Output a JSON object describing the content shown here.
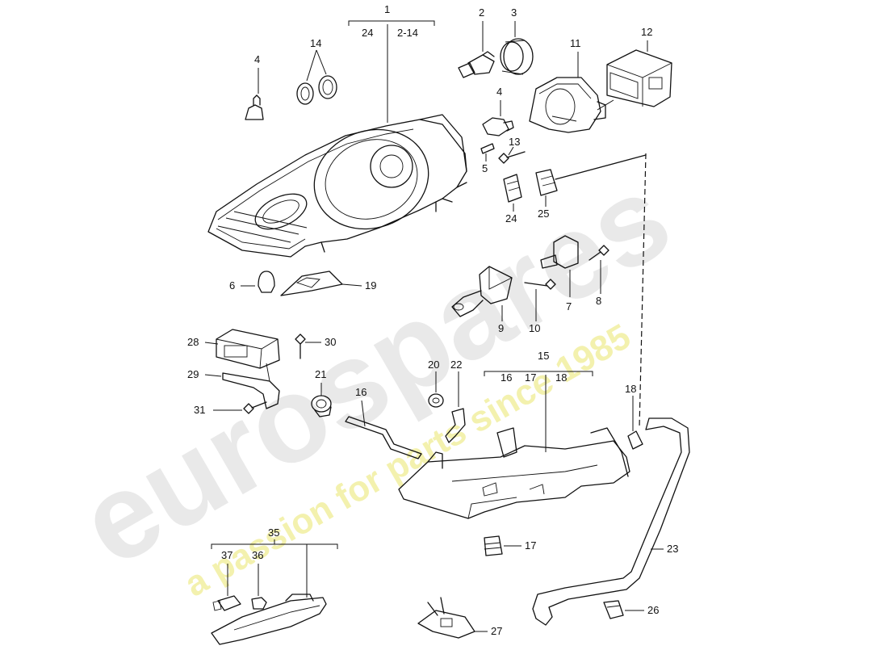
{
  "watermark": {
    "brand": "eurospares",
    "tagline": "a passion for parts since 1985",
    "brand_color": "#dcdcdc",
    "tagline_color": "#f1ee9a"
  },
  "callouts": {
    "c1": "1",
    "c1_left": "24",
    "c1_right": "2-14",
    "c2": "2",
    "c3": "3",
    "c4a": "4",
    "c4b": "4",
    "c5": "5",
    "c6": "6",
    "c7": "7",
    "c8": "8",
    "c9": "9",
    "c10": "10",
    "c11": "11",
    "c12": "12",
    "c13": "13",
    "c14": "14",
    "c15": "15",
    "c15_a": "16",
    "c15_b": "17",
    "c15_c": "18",
    "c16": "16",
    "c17": "17",
    "c18": "18",
    "c19": "19",
    "c20": "20",
    "c21": "21",
    "c22": "22",
    "c23": "23",
    "c24": "24",
    "c25": "25",
    "c26": "26",
    "c27": "27",
    "c28": "28",
    "c29": "29",
    "c30": "30",
    "c31": "31",
    "c35": "35",
    "c36": "36",
    "c37": "37"
  }
}
